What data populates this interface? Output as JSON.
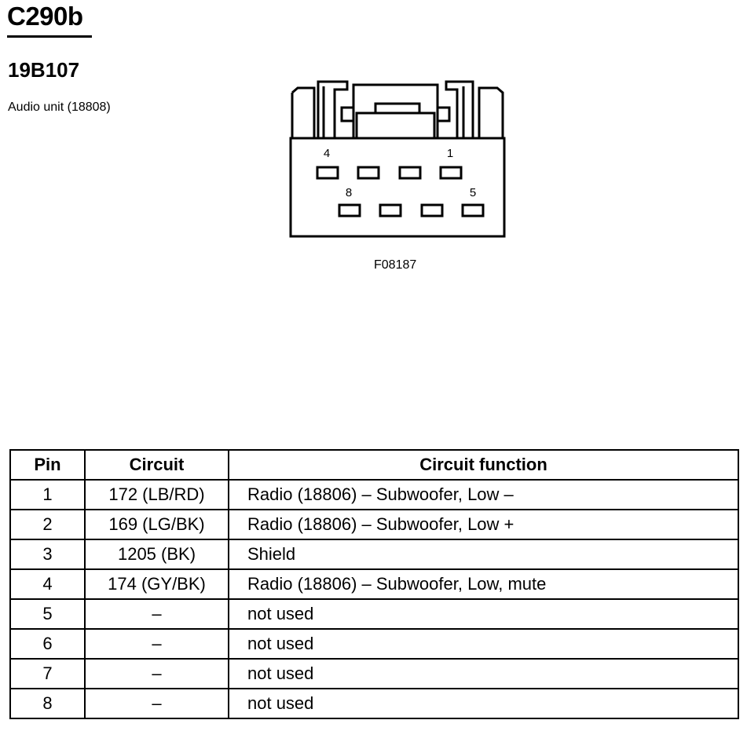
{
  "connector": {
    "id": "C290b",
    "part_number": "19B107",
    "description": "Audio unit (18808)",
    "figure_id": "F08187"
  },
  "diagram": {
    "pin_labels": [
      "4",
      "1",
      "8",
      "5"
    ]
  },
  "table": {
    "headers": [
      "Pin",
      "Circuit",
      "Circuit function"
    ],
    "rows": [
      {
        "pin": "1",
        "circuit": "172 (LB/RD)",
        "function": "Radio (18806) – Subwoofer, Low –"
      },
      {
        "pin": "2",
        "circuit": "169 (LG/BK)",
        "function": "Radio (18806) – Subwoofer, Low +"
      },
      {
        "pin": "3",
        "circuit": "1205 (BK)",
        "function": "Shield"
      },
      {
        "pin": "4",
        "circuit": "174 (GY/BK)",
        "function": "Radio (18806) – Subwoofer, Low, mute"
      },
      {
        "pin": "5",
        "circuit": "–",
        "function": "not used"
      },
      {
        "pin": "6",
        "circuit": "–",
        "function": "not used"
      },
      {
        "pin": "7",
        "circuit": "–",
        "function": "not used"
      },
      {
        "pin": "8",
        "circuit": "–",
        "function": "not used"
      }
    ]
  }
}
